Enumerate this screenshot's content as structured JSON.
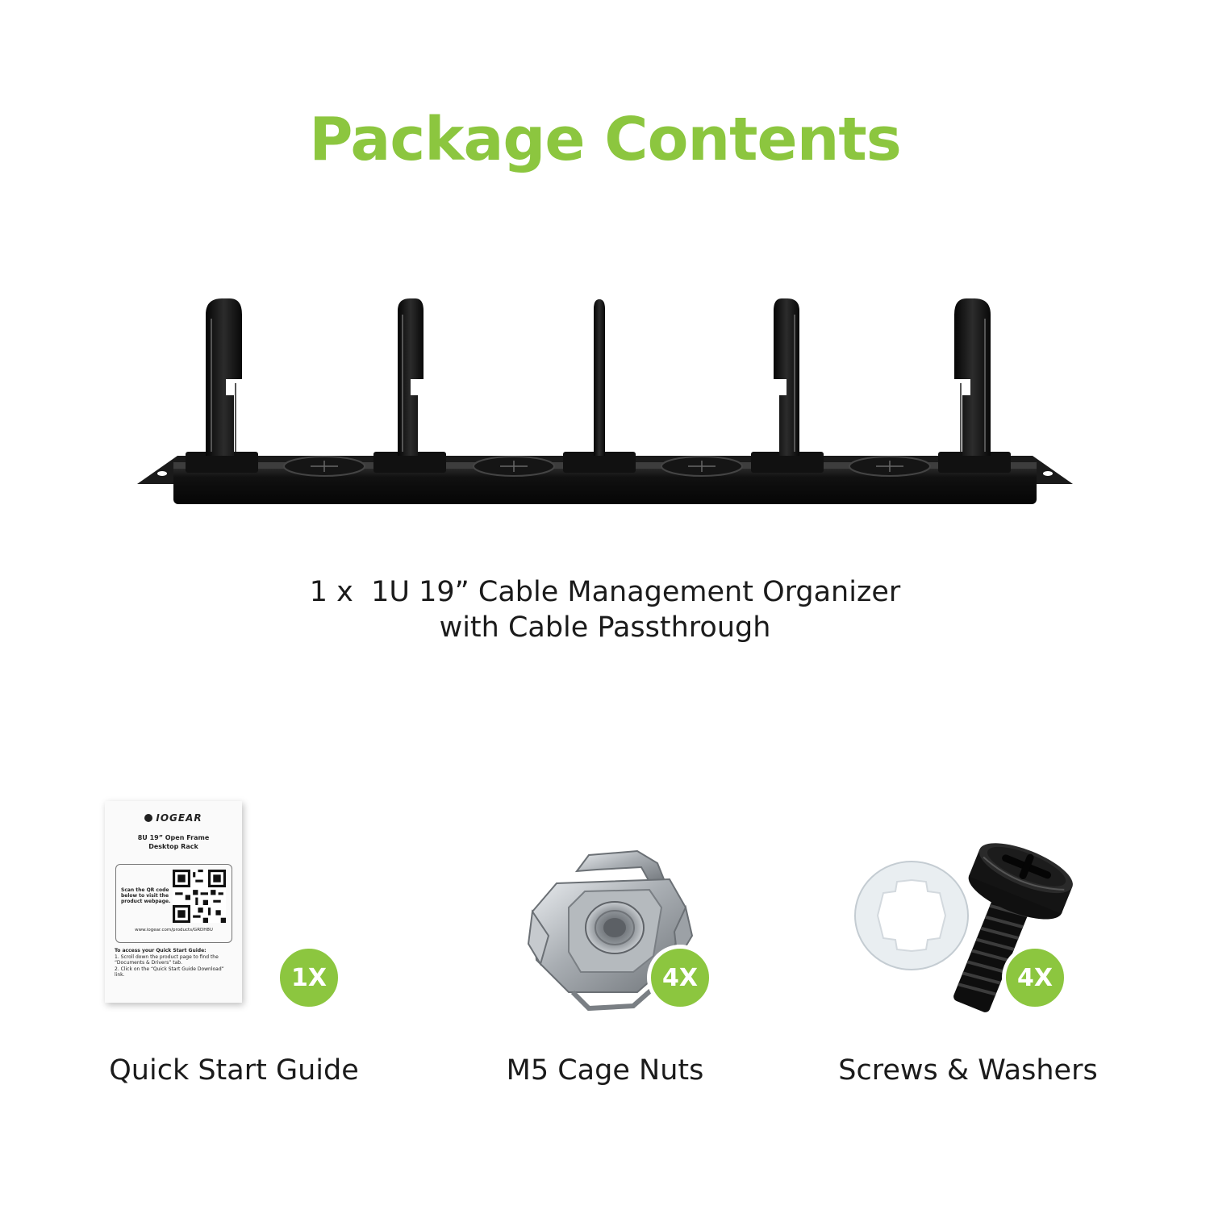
{
  "title": "Package Contents",
  "main_product": {
    "quantity_prefix": "1 x",
    "caption_line1": "1U 19” Cable Management Organizer",
    "caption_line2": "with Cable Passthrough"
  },
  "items": [
    {
      "label": "Quick Start Guide",
      "badge": "1X",
      "icon": "quick-start-guide-booklet"
    },
    {
      "label": "M5 Cage Nuts",
      "badge": "4X",
      "icon": "cage-nut"
    },
    {
      "label": "Screws & Washers",
      "badge": "4X",
      "icon": "screw-and-washer"
    }
  ],
  "quick_start_guide": {
    "brand": "IOGEAR",
    "product_title_line1": "8U 19” Open Frame",
    "product_title_line2": "Desktop Rack",
    "scan_text": "Scan the QR code below to visit the product webpage.",
    "url": "www.iogear.com/products/GRDH8U",
    "access_heading": "To access your Quick Start Guide:",
    "step1": "1.   Scroll down the product page to find the “Documents & Drivers” tab.",
    "step2": "2.   Click on the “Quick Start Guide Download” link."
  },
  "colors": {
    "accent": "#8cc63f",
    "text": "#1b1b1b",
    "background": "#ffffff"
  }
}
